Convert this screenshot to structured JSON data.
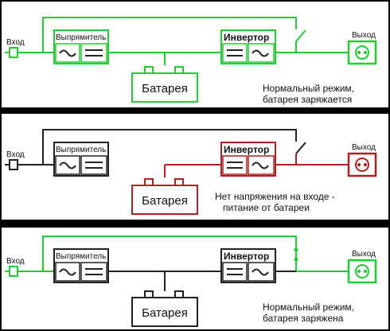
{
  "labels": {
    "input": "Вход",
    "output": "Выход",
    "rectifier": "Выпрямитель",
    "inverter": "Инвертор",
    "battery": "Батарея"
  },
  "colors": {
    "green": "#22cc33",
    "red": "#b02020",
    "black": "#222222"
  },
  "panels": [
    {
      "caption_line1": "Нормальный режим,",
      "caption_line2": "батарея заряжается",
      "input_color": "green",
      "rectifier_color": "green",
      "battery_color": "green",
      "inverter_color": "green",
      "output_color": "green",
      "bypass_closed": false
    },
    {
      "caption_line1": "Нет напряжения на входе -",
      "caption_line2": "питание от батареи",
      "input_color": "black",
      "rectifier_color": "black",
      "battery_color": "red",
      "inverter_color": "red",
      "output_color": "red",
      "bypass_closed": false
    },
    {
      "caption_line1": "Нормальный режим,",
      "caption_line2": "батарея заряжена",
      "input_color": "green",
      "rectifier_color": "black",
      "battery_color": "black",
      "inverter_color": "black",
      "output_color": "green",
      "bypass_closed": true
    }
  ]
}
